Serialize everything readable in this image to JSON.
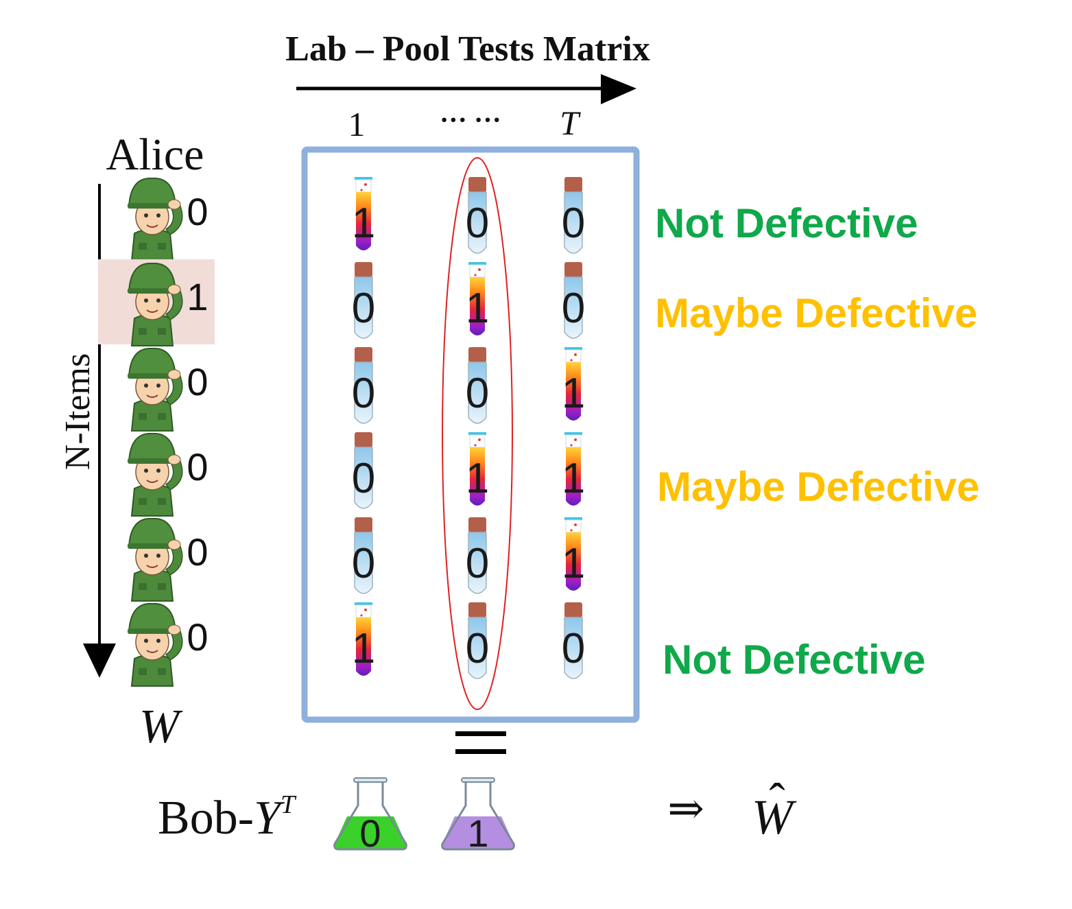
{
  "title": "Lab –  Pool Tests Matrix",
  "column_labels": {
    "first": "1",
    "middle": "···  ···",
    "last": "T"
  },
  "sender_label": "Alice",
  "items_axis_label": "N-Items",
  "input_vector_label": "W",
  "items": [
    {
      "value": "0",
      "highlighted": false
    },
    {
      "value": "1",
      "highlighted": true
    },
    {
      "value": "0",
      "highlighted": false
    },
    {
      "value": "0",
      "highlighted": false
    },
    {
      "value": "0",
      "highlighted": false
    },
    {
      "value": "0",
      "highlighted": false
    }
  ],
  "matrix": [
    [
      "1",
      "0",
      "0"
    ],
    [
      "0",
      "1",
      "0"
    ],
    [
      "0",
      "0",
      "1"
    ],
    [
      "0",
      "1",
      "1"
    ],
    [
      "0",
      "0",
      "1"
    ],
    [
      "1",
      "0",
      "0"
    ]
  ],
  "highlighted_column": 1,
  "row_status": [
    {
      "row": 0,
      "text": "Not Defective",
      "color": "#0fa84a"
    },
    {
      "row": 1,
      "text": "Maybe Defective",
      "color": "#ffc000"
    },
    {
      "row": 3,
      "text": "Maybe Defective",
      "color": "#ffc000"
    },
    {
      "row": 5,
      "text": "Not Defective",
      "color": "#0fa84a"
    }
  ],
  "equals_sign": "=",
  "receiver": {
    "name": "Bob-",
    "symbol": "Y",
    "superscript": "T"
  },
  "outcomes": [
    {
      "value": "0",
      "liquid_color": "#39d12a"
    },
    {
      "value": "1",
      "liquid_color": "#b48ee0"
    }
  ],
  "implies_symbol": "⇒",
  "estimate_label": "W",
  "estimate_hat": "ˆ",
  "colors": {
    "matrix_frame": "#8eb0dc",
    "highlight_ellipse": "#e02020",
    "highlight_row": "#f1dcd8",
    "soldier_green": "#4d8a3c"
  }
}
